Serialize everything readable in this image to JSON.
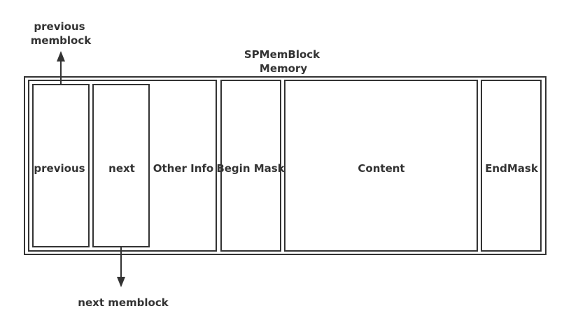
{
  "diagram": {
    "title_line1": "SPMemBlock",
    "title_line2": "Memory",
    "cells": {
      "previous": "previous",
      "next": "next",
      "other_info": "Other Info",
      "begin_mask": "Begin Mask",
      "content": "Content",
      "end_mask": "EndMask"
    },
    "arrows": {
      "previous_target_line1": "previous",
      "previous_target_line2": "memblock",
      "next_target": "next memblock"
    }
  }
}
